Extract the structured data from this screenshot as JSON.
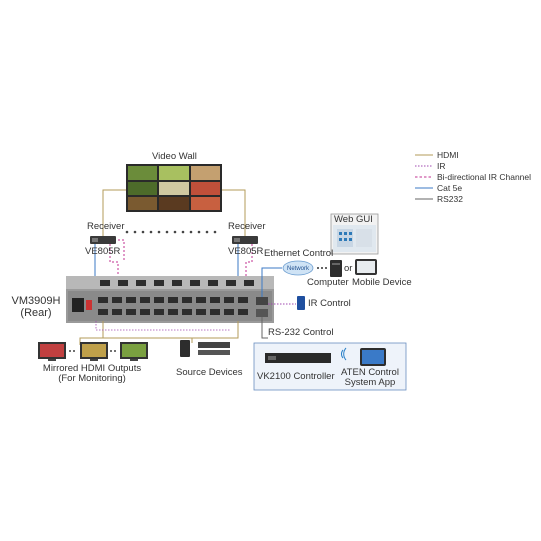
{
  "labels": {
    "video_wall": "Video Wall",
    "receiver_left": "Receiver",
    "receiver_right": "Receiver",
    "ve805r_left": "VE805R",
    "ve805r_right": "VE805R",
    "ethernet_control": "Ethernet Control",
    "web_gui": "Web GUI",
    "network": "Network",
    "computer": "Computer",
    "or": "or",
    "mobile_device": "Mobile Device",
    "device_model": "VM3909H",
    "device_side": "(Rear)",
    "ir_control": "IR Control",
    "rs232_control": "RS-232 Control",
    "mirrored_outputs_1": "Mirrored HDMI Outputs",
    "mirrored_outputs_2": "(For Monitoring)",
    "source_devices": "Source Devices",
    "vk2100": "VK2100 Controller",
    "aten_app_1": "ATEN Control",
    "aten_app_2": "System App"
  },
  "legend": [
    {
      "label": "HDMI",
      "color": "#b39b5a",
      "style": "solid"
    },
    {
      "label": "IR",
      "color": "#a04ab0",
      "style": "dotted"
    },
    {
      "label": "Bi-directional IR Channel",
      "color": "#c03090",
      "style": "dashed"
    },
    {
      "label": "Cat 5e",
      "color": "#3b7ac6",
      "style": "solid"
    },
    {
      "label": "RS232",
      "color": "#666666",
      "style": "solid"
    }
  ],
  "colors": {
    "hdmi": "#b39b5a",
    "ir": "#a04ab0",
    "bidir_ir": "#c03090",
    "cat5e": "#3b7ac6",
    "rs232": "#666666"
  },
  "icons": [
    "tv-icon",
    "receiver-icon",
    "computer-icon",
    "mobile-device-icon",
    "network-cloud-icon",
    "ir-remote-icon",
    "controller-icon",
    "app-tablet-icon"
  ]
}
